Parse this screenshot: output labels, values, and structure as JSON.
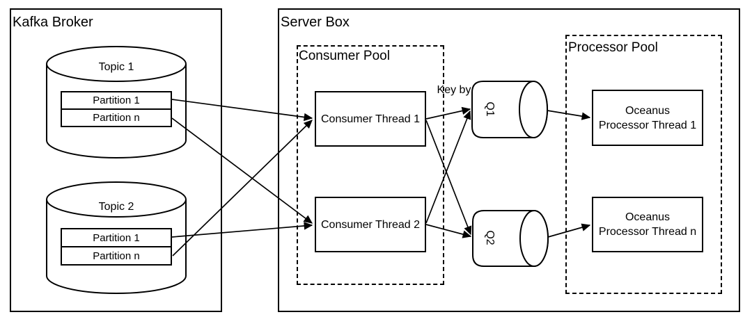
{
  "diagram": {
    "kafka_broker": {
      "title": "Kafka Broker",
      "topics": [
        {
          "label": "Topic 1",
          "partitions": [
            "Partition 1",
            "Partition n"
          ]
        },
        {
          "label": "Topic 2",
          "partitions": [
            "Partition 1",
            "Partition n"
          ]
        }
      ]
    },
    "server_box": {
      "title": "Server Box",
      "consumer_pool": {
        "title": "Consumer Pool",
        "threads": [
          "Consumer Thread 1",
          "Consumer Thread 2"
        ]
      },
      "key_by_label": "Key by",
      "queues": [
        "Q1",
        "Q2"
      ],
      "processor_pool": {
        "title": "Processor Pool",
        "threads": [
          {
            "line1": "Oceanus",
            "line2": "Processor Thread 1"
          },
          {
            "line1": "Oceanus",
            "line2": "Processor Thread n"
          }
        ]
      }
    },
    "colors": {
      "stroke": "#000000",
      "background": "#ffffff"
    }
  }
}
